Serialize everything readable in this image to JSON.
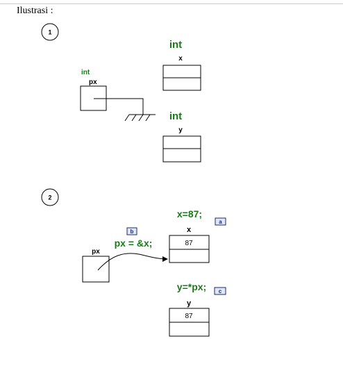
{
  "heading": "Ilustrasi :",
  "step1": {
    "number": "1",
    "x_type": "int",
    "x_name": "x",
    "px_type": "int",
    "px_name": "px",
    "y_type": "int",
    "y_name": "y"
  },
  "step2": {
    "number": "2",
    "assign_x": "x=87;",
    "assign_x_tag": "a",
    "x_name": "x",
    "x_value": "87",
    "assign_px": "px = &x;",
    "assign_px_tag": "b",
    "px_name": "px",
    "assign_y": "y=*px;",
    "assign_y_tag": "c",
    "y_name": "y",
    "y_value": "87"
  },
  "colors": {
    "type_label": "#1a7a1a",
    "tag_border": "#1e2a6e",
    "tag_fill": "#dfe6f5"
  }
}
